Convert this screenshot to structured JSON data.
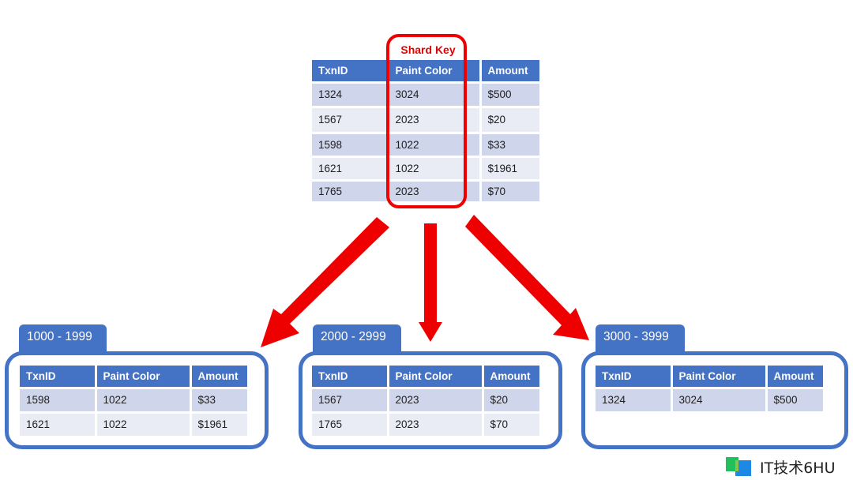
{
  "columns": [
    "TxnID",
    "Paint Color",
    "Amount"
  ],
  "shard_key_label": "Shard Key",
  "source_table": {
    "rows": [
      [
        "1324",
        "3024",
        "$500"
      ],
      [
        "1567",
        "2023",
        "$20"
      ],
      [
        "1598",
        "1022",
        "$33"
      ],
      [
        "1621",
        "1022",
        "$1961"
      ],
      [
        "1765",
        "2023",
        "$70"
      ]
    ]
  },
  "shards": [
    {
      "range": "1000 - 1999",
      "rows": [
        [
          "1598",
          "1022",
          "$33"
        ],
        [
          "1621",
          "1022",
          "$1961"
        ]
      ]
    },
    {
      "range": "2000 - 2999",
      "rows": [
        [
          "1567",
          "2023",
          "$20"
        ],
        [
          "1765",
          "2023",
          "$70"
        ]
      ]
    },
    {
      "range": "3000 - 3999",
      "rows": [
        [
          "1324",
          "3024",
          "$500"
        ]
      ]
    }
  ],
  "colors": {
    "header": "#4472c4",
    "row_dark": "#cfd5ea",
    "row_light": "#e9ebf5",
    "highlight": "#ee0000",
    "arrow": "#ee0000"
  },
  "watermark": {
    "text": "IT技术6HU",
    "icon": "wechat-logo-icon"
  }
}
